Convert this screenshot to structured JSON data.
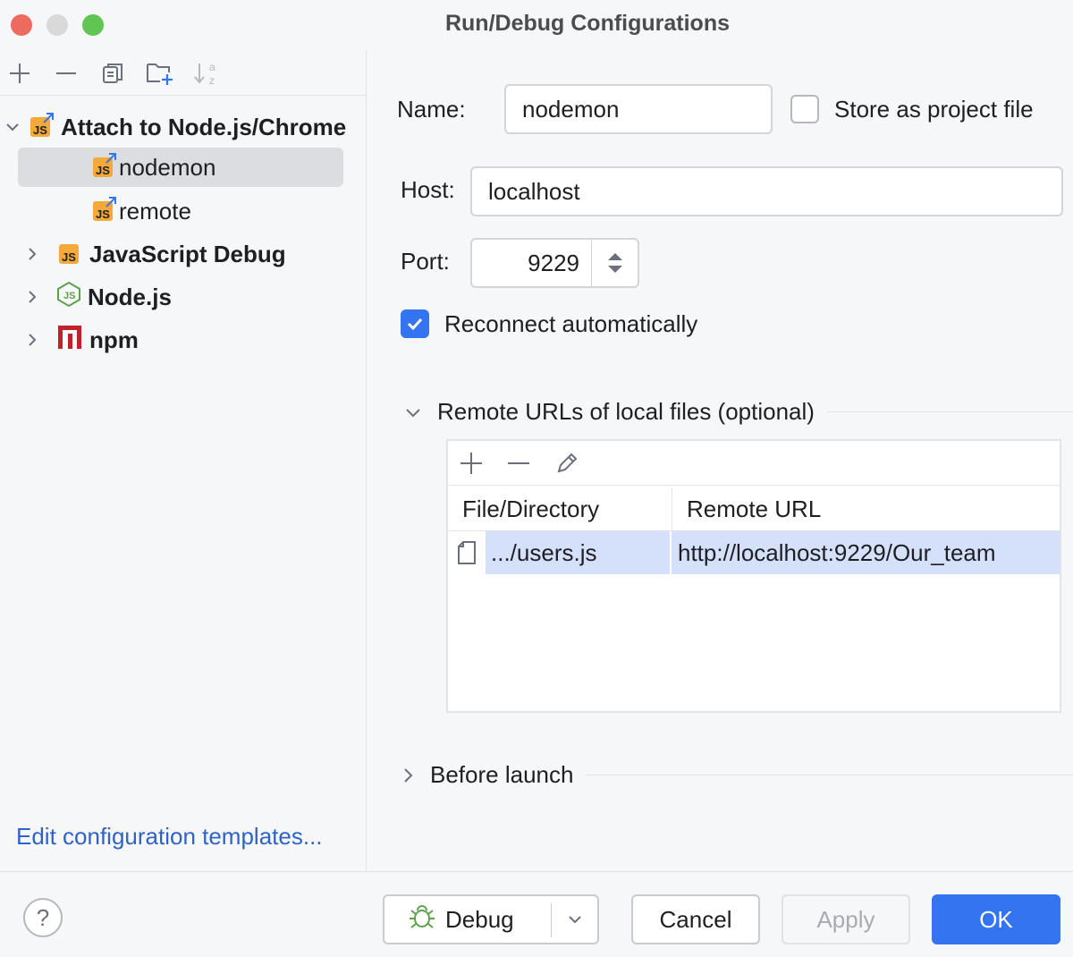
{
  "window": {
    "title": "Run/Debug Configurations"
  },
  "colors": {
    "accent": "#3574f0",
    "link": "#2f63c4",
    "traffic_close": "#ed6a5e",
    "traffic_min": "#d9d9d9",
    "traffic_max": "#61c554",
    "js_icon": "#f4a93a",
    "node_icon": "#5fa04e",
    "npm_icon": "#c12127"
  },
  "toolbar": {
    "icons": [
      "add-icon",
      "remove-icon",
      "copy-icon",
      "new-folder-icon",
      "sort-alpha-icon"
    ]
  },
  "tree": {
    "groups": [
      {
        "label": "Attach to Node.js/Chrome",
        "icon": "js-attach-icon",
        "expanded": true,
        "children": [
          {
            "label": "nodemon",
            "icon": "js-attach-icon",
            "selected": true
          },
          {
            "label": "remote",
            "icon": "js-attach-icon"
          }
        ]
      },
      {
        "label": "JavaScript Debug",
        "icon": "js-icon",
        "expanded": false
      },
      {
        "label": "Node.js",
        "icon": "nodejs-icon",
        "expanded": false
      },
      {
        "label": "npm",
        "icon": "npm-icon",
        "expanded": false
      }
    ]
  },
  "edit_templates_link": "Edit configuration templates...",
  "form": {
    "name_label": "Name:",
    "name_value": "nodemon",
    "store_label": "Store as project file",
    "store_checked": false,
    "host_label": "Host:",
    "host_value": "localhost",
    "port_label": "Port:",
    "port_value": "9229",
    "reconnect_label": "Reconnect automatically",
    "reconnect_checked": true
  },
  "remote_urls": {
    "title": "Remote URLs of local files (optional)",
    "columns": [
      "File/Directory",
      "Remote URL"
    ],
    "rows": [
      {
        "file": ".../users.js",
        "url": "http://localhost:9229/Our_team"
      }
    ]
  },
  "before_launch": {
    "title": "Before launch"
  },
  "buttons": {
    "help": "?",
    "debug": "Debug",
    "cancel": "Cancel",
    "apply": "Apply",
    "ok": "OK"
  }
}
